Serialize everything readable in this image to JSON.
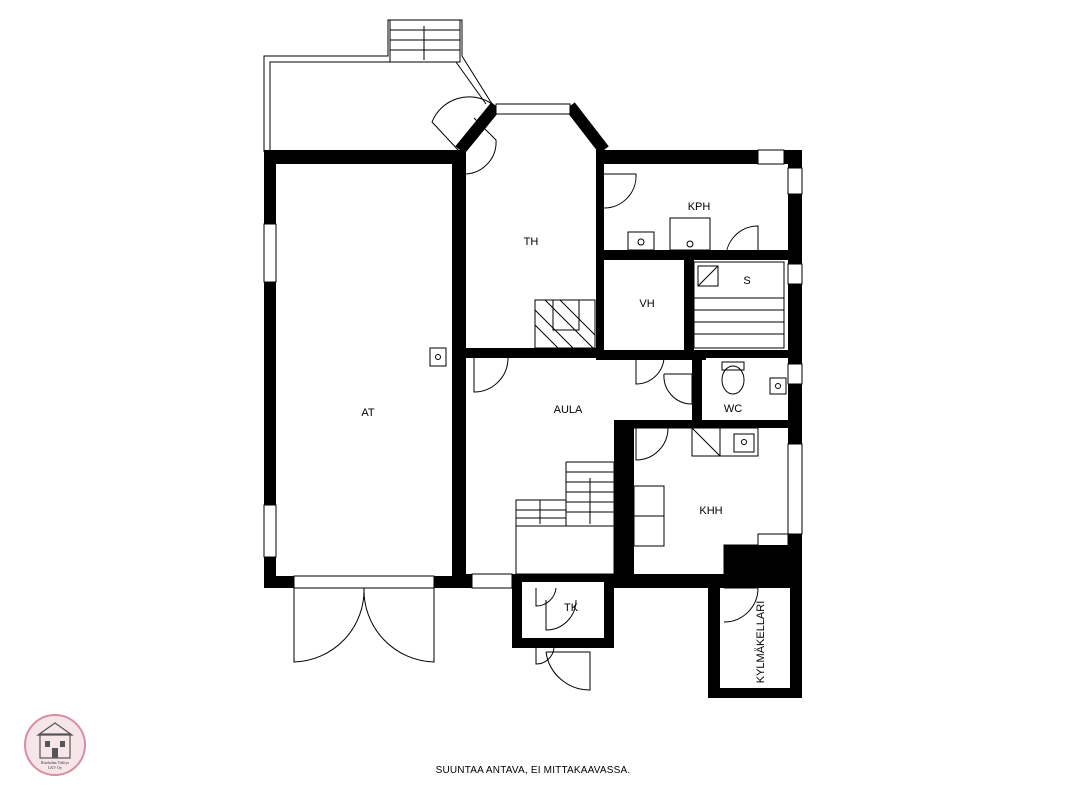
{
  "rooms": {
    "th": "TH",
    "kph": "KPH",
    "vh": "VH",
    "s": "S",
    "at": "AT",
    "aula": "AULA",
    "wc": "WC",
    "khh": "KHH",
    "tk": "TK",
    "kylmakellari": "KYLMÄKELLARI"
  },
  "footer_note": "SUUNTAA ANTAVA, EI MITTAKAAVASSA.",
  "logo": {
    "line1": "Ruoholan Välitys",
    "line2": "LKV Oy"
  }
}
